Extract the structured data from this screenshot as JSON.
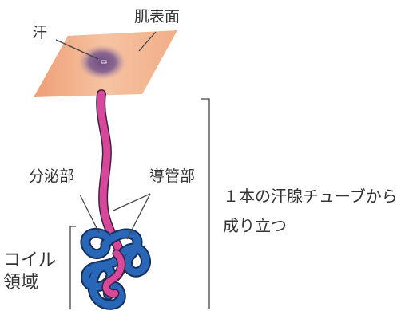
{
  "labels": {
    "sweat": "汗",
    "skin_surface": "肌表面",
    "secretory": "分泌部",
    "duct": "導管部",
    "description_line1": "１本の汗腺チューブから",
    "description_line2": "成り立つ",
    "coil_line1": "コイル",
    "coil_line2": "領域"
  },
  "colors": {
    "skin": "#f2b892",
    "sweat_spot": "#7e5a8c",
    "duct_tube": "#d8479a",
    "coil_tube": "#2a66b8",
    "lines": "#444444"
  }
}
